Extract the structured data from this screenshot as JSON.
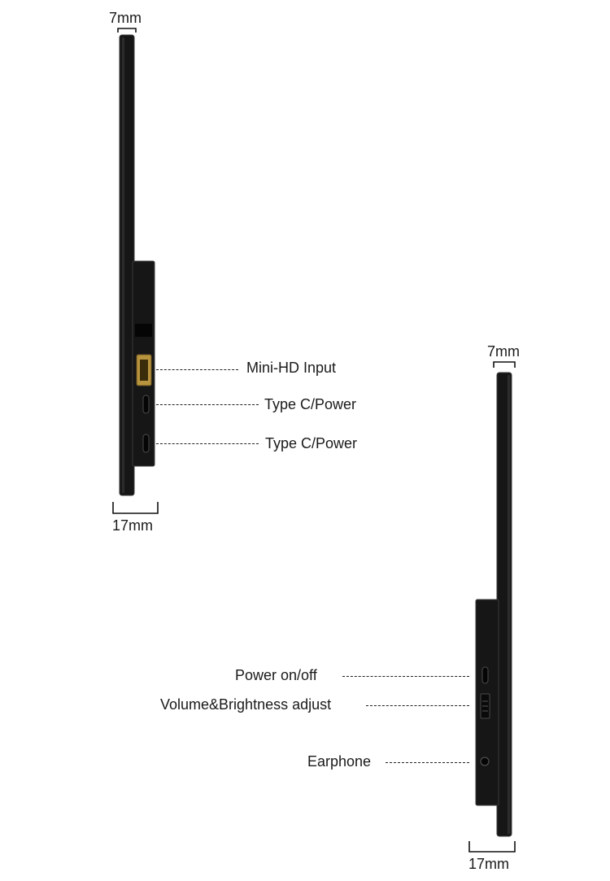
{
  "colors": {
    "background": "#ffffff",
    "device_body": "#161616",
    "device_edge": "#3a3a3a",
    "hdmi_port": "#b8943e",
    "label_text": "#1a1a1a"
  },
  "left_view": {
    "top_thickness": "7mm",
    "bottom_thickness": "17mm",
    "ports": [
      {
        "label": "Mini-HD Input",
        "icon": "hdmi-port-icon"
      },
      {
        "label": "Type C/Power",
        "icon": "usb-c-port-icon"
      },
      {
        "label": "Type C/Power",
        "icon": "usb-c-port-icon"
      }
    ]
  },
  "right_view": {
    "top_thickness": "7mm",
    "bottom_thickness": "17mm",
    "controls": [
      {
        "label": "Power on/off",
        "icon": "power-button-icon"
      },
      {
        "label": "Volume&Brightness adjust",
        "icon": "rocker-switch-icon"
      },
      {
        "label": "Earphone",
        "icon": "headphone-jack-icon"
      }
    ]
  }
}
